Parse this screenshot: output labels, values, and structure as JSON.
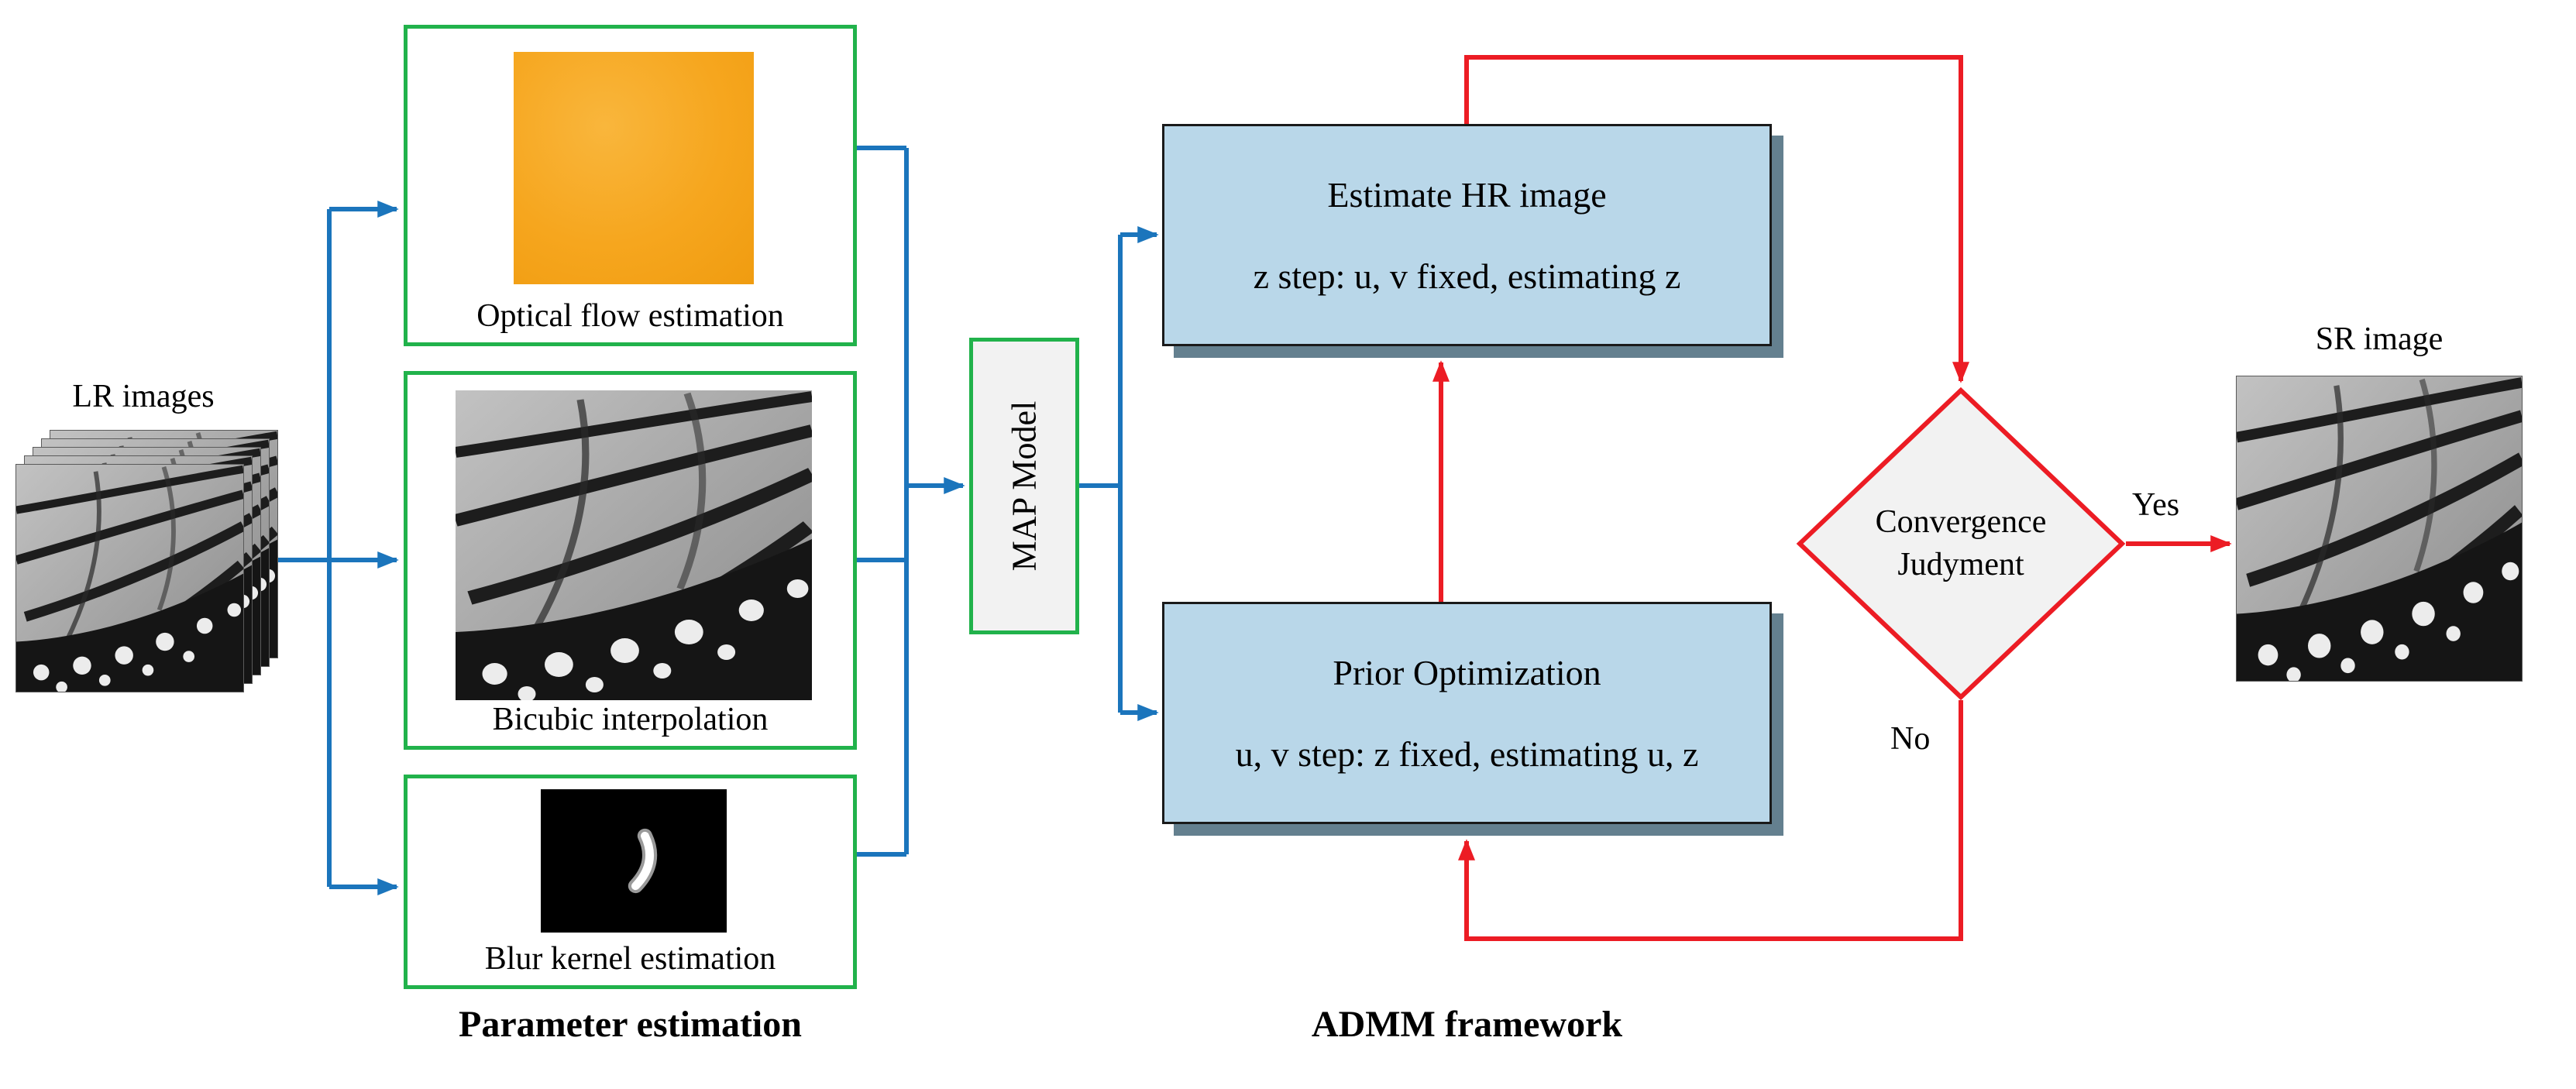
{
  "colors": {
    "green_border": "#21b24b",
    "blue_arrow": "#1b75bc",
    "red_arrow": "#ec1c24",
    "process_box_fill": "#b9d7e9",
    "process_box_shadow": "#64808f",
    "panel_fill": "#f2f2f2"
  },
  "labels": {
    "lr_images": "LR images",
    "sr_image": "SR image",
    "yes": "Yes",
    "no": "No"
  },
  "parameter_estimation": {
    "caption": "Parameter estimation",
    "optical_flow": "Optical flow estimation",
    "bicubic": "Bicubic interpolation",
    "blur_kernel": "Blur kernel estimation"
  },
  "map_model": {
    "label": "MAP Model"
  },
  "admm": {
    "caption": "ADMM framework",
    "estimate_hr": {
      "line1": "Estimate HR image",
      "line2": "z step: u, v fixed, estimating z"
    },
    "prior_opt": {
      "line1": "Prior Optimization",
      "line2": "u, v step: z fixed, estimating u, z"
    }
  },
  "convergence": {
    "line1": "Convergence",
    "line2": "Judyment"
  }
}
